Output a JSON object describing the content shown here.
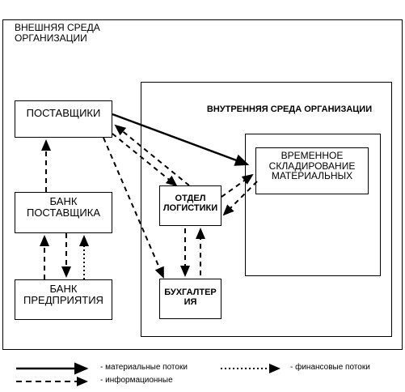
{
  "outer_env": {
    "title": "ВНЕШНЯЯ СРЕДА\nОРГАНИЗАЦИИ"
  },
  "inner_env": {
    "title": "ВНУТРЕННЯЯ СРЕДА ОРГАНИЗАЦИИ"
  },
  "nodes": {
    "suppliers": "ПОСТАВЩИКИ",
    "supplier_bank": "БАНК\nПОСТАВЩИКА",
    "enterprise_bank": "БАНК\nПРЕДПРИЯТИЯ",
    "logistics": "ОТДЕЛ\nЛОГИСТИКИ",
    "accounting": "БУХГАЛТЕР\nИЯ",
    "storage": "ВРЕМЕННОЕ\nСКЛАДИРОВАНИЕ\nМАТЕРИАЛЬНЫХ"
  },
  "legend": {
    "material": "-  материальные потоки",
    "financial": "- финансовые потоки",
    "informational": "-  информационные"
  }
}
